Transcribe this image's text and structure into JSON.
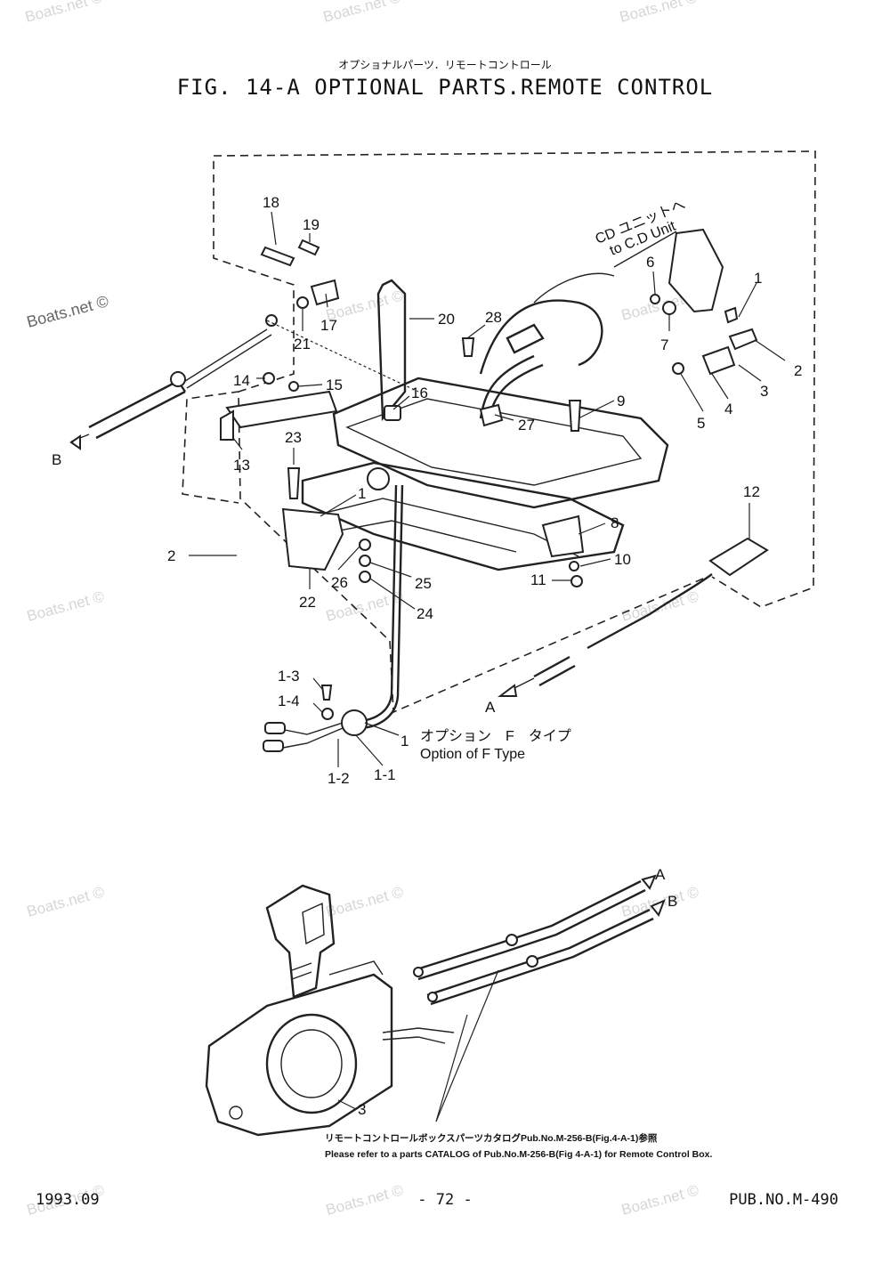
{
  "header": {
    "title_jp": "オプショナルパーツ．リモートコントロール",
    "title": "FIG. 14-A OPTIONAL PARTS.REMOTE CONTROL"
  },
  "watermark": "Boats.net ©",
  "callouts": [
    "18",
    "19",
    "17",
    "21",
    "20",
    "28",
    "16",
    "27",
    "14",
    "15",
    "13",
    "B",
    "23",
    "1",
    "22",
    "26",
    "25",
    "24",
    "2",
    "6",
    "7",
    "5",
    "4",
    "3",
    "1",
    "2",
    "9",
    "8",
    "10",
    "11",
    "12",
    "A",
    "1-3",
    "1-4",
    "1",
    "1-1",
    "1-2"
  ],
  "annotations": {
    "cd_unit_jp": "CD ユニットへ",
    "cd_unit_en": "to C.D Unit",
    "option_jp": "オプション　F　タイプ",
    "option_en": "Option of F Type",
    "lower_a": "A",
    "lower_b": "B",
    "lower_3": "3",
    "ref_jp": "リモートコントロールボックスパーツカタログPub.No.M-256-B(Fig.4-A-1)参照",
    "ref_en": "Please refer to a parts CATALOG of Pub.No.M-256-B(Fig 4-A-1) for Remote Control Box."
  },
  "footer": {
    "date": "1993.09",
    "page": "- 72 -",
    "pub": "PUB.NO.M-490"
  }
}
